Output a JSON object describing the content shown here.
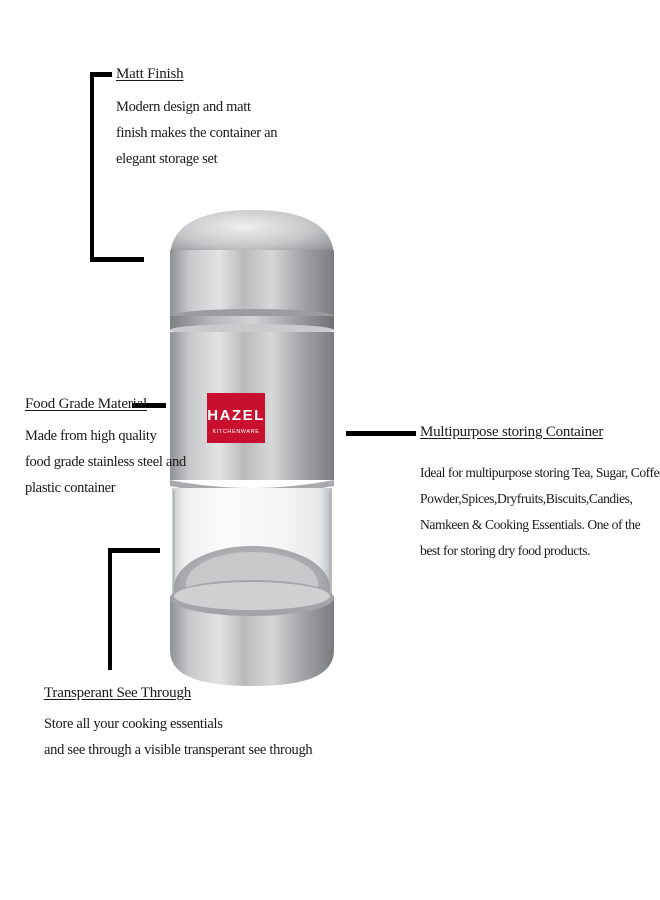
{
  "features": {
    "matt_finish": {
      "title": "Matt Finish",
      "lines": [
        "Modern design and matt",
        "finish makes the container an",
        "elegant storage set"
      ]
    },
    "food_grade": {
      "title": "Food Grade Material",
      "lines": [
        "Made from high quality",
        "food grade stainless steel and",
        "plastic container"
      ]
    },
    "multipurpose": {
      "title": "Multipurpose storing Container",
      "lines": [
        "Ideal for multipurpose storing Tea, Sugar, Coffee",
        "Powder,Spices,Dryfruits,Biscuits,Candies,",
        "Namkeen & Cooking Essentials. One of the",
        "best for storing dry food products."
      ]
    },
    "see_through": {
      "title": "Transperant See Through",
      "lines": [
        "Store all your cooking essentials",
        "and see through a visible transperant see through"
      ]
    }
  },
  "product": {
    "brand": "HAZEL",
    "sub_brand": "KITCHENWARE",
    "badge_color": "#c8102e",
    "steel_color": "#b9bbbe",
    "bracket_color": "#000000"
  }
}
